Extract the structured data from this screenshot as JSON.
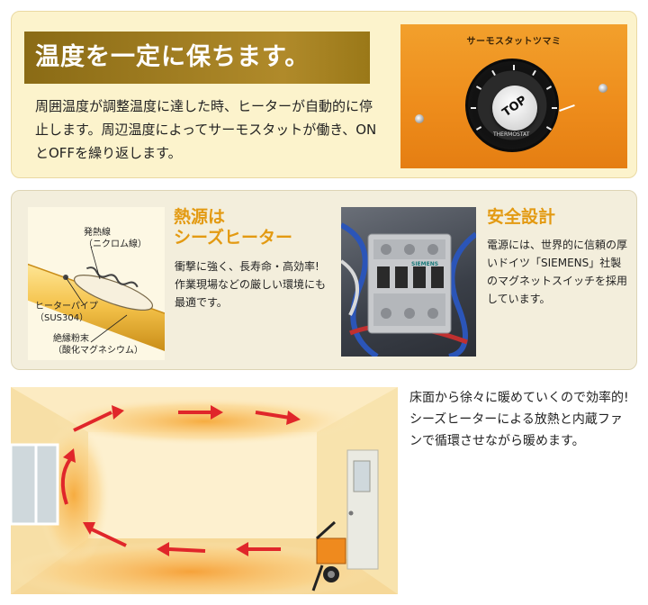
{
  "panel1": {
    "title": "温度を一定に保ちます。",
    "description": "周囲温度が調整温度に達した時、ヒーターが自動的に停止します。周辺温度によってサーモスタットが働き、ONとOFFを繰り返します。",
    "photo_label": "サーモスタットツマミ",
    "knob_text": "TOP",
    "dial_brand": "THERMOSTAT"
  },
  "panel2": {
    "heater_labels": {
      "wire": "発熱線\n（ニクロム線）",
      "pipe": "ヒーターパイプ\n（SUS304）",
      "powder": "絶縁粉末\n（酸化マグネシウム）"
    },
    "feature1_title": "熱源は\nシーズヒーター",
    "feature1_text": "衝撃に強く、長寿命・高効率!\n作業現場などの厳しい環境にも最適です。",
    "feature2_title": "安全設計",
    "feature2_text": "電源には、世界的に信頼の厚いドイツ「SIEMENS」社製のマグネットスイッチを採用しています。",
    "contactor_brand": "SIEMENS"
  },
  "panel3": {
    "description": "床面から徐々に暖めていくので効率的!\nシーズヒーターによる放熱と内蔵ファンで循環させながら暖めます。"
  },
  "colors": {
    "accent_orange": "#e39a12",
    "title_gold": "#a8832a",
    "arrow_red": "#e0262a"
  }
}
